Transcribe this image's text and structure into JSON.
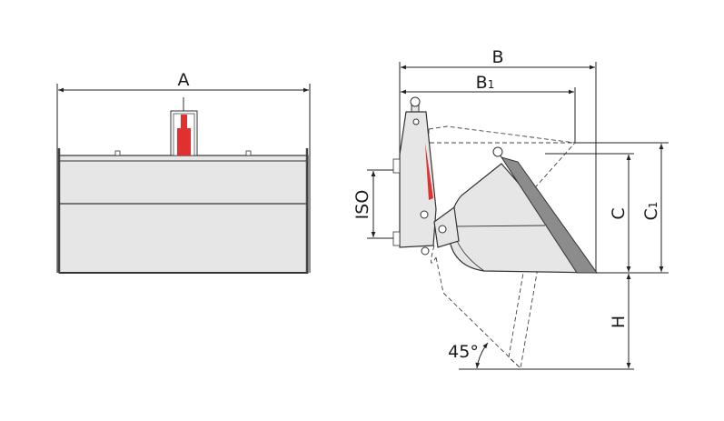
{
  "front_view": {
    "dimension_label": "A"
  },
  "side_view": {
    "dimension_B": "B",
    "dimension_B1": "B",
    "dimension_B1_sub": "1",
    "dimension_iso": "ISO",
    "dimension_C": "C",
    "dimension_C1": "C",
    "dimension_C1_sub": "1",
    "dimension_H": "H",
    "angle_label": "45°"
  },
  "colors": {
    "cylinder_red": "#e03030",
    "bucket_fill": "#e6e6e6",
    "hydraulic_ram": "#8c8c8c"
  }
}
